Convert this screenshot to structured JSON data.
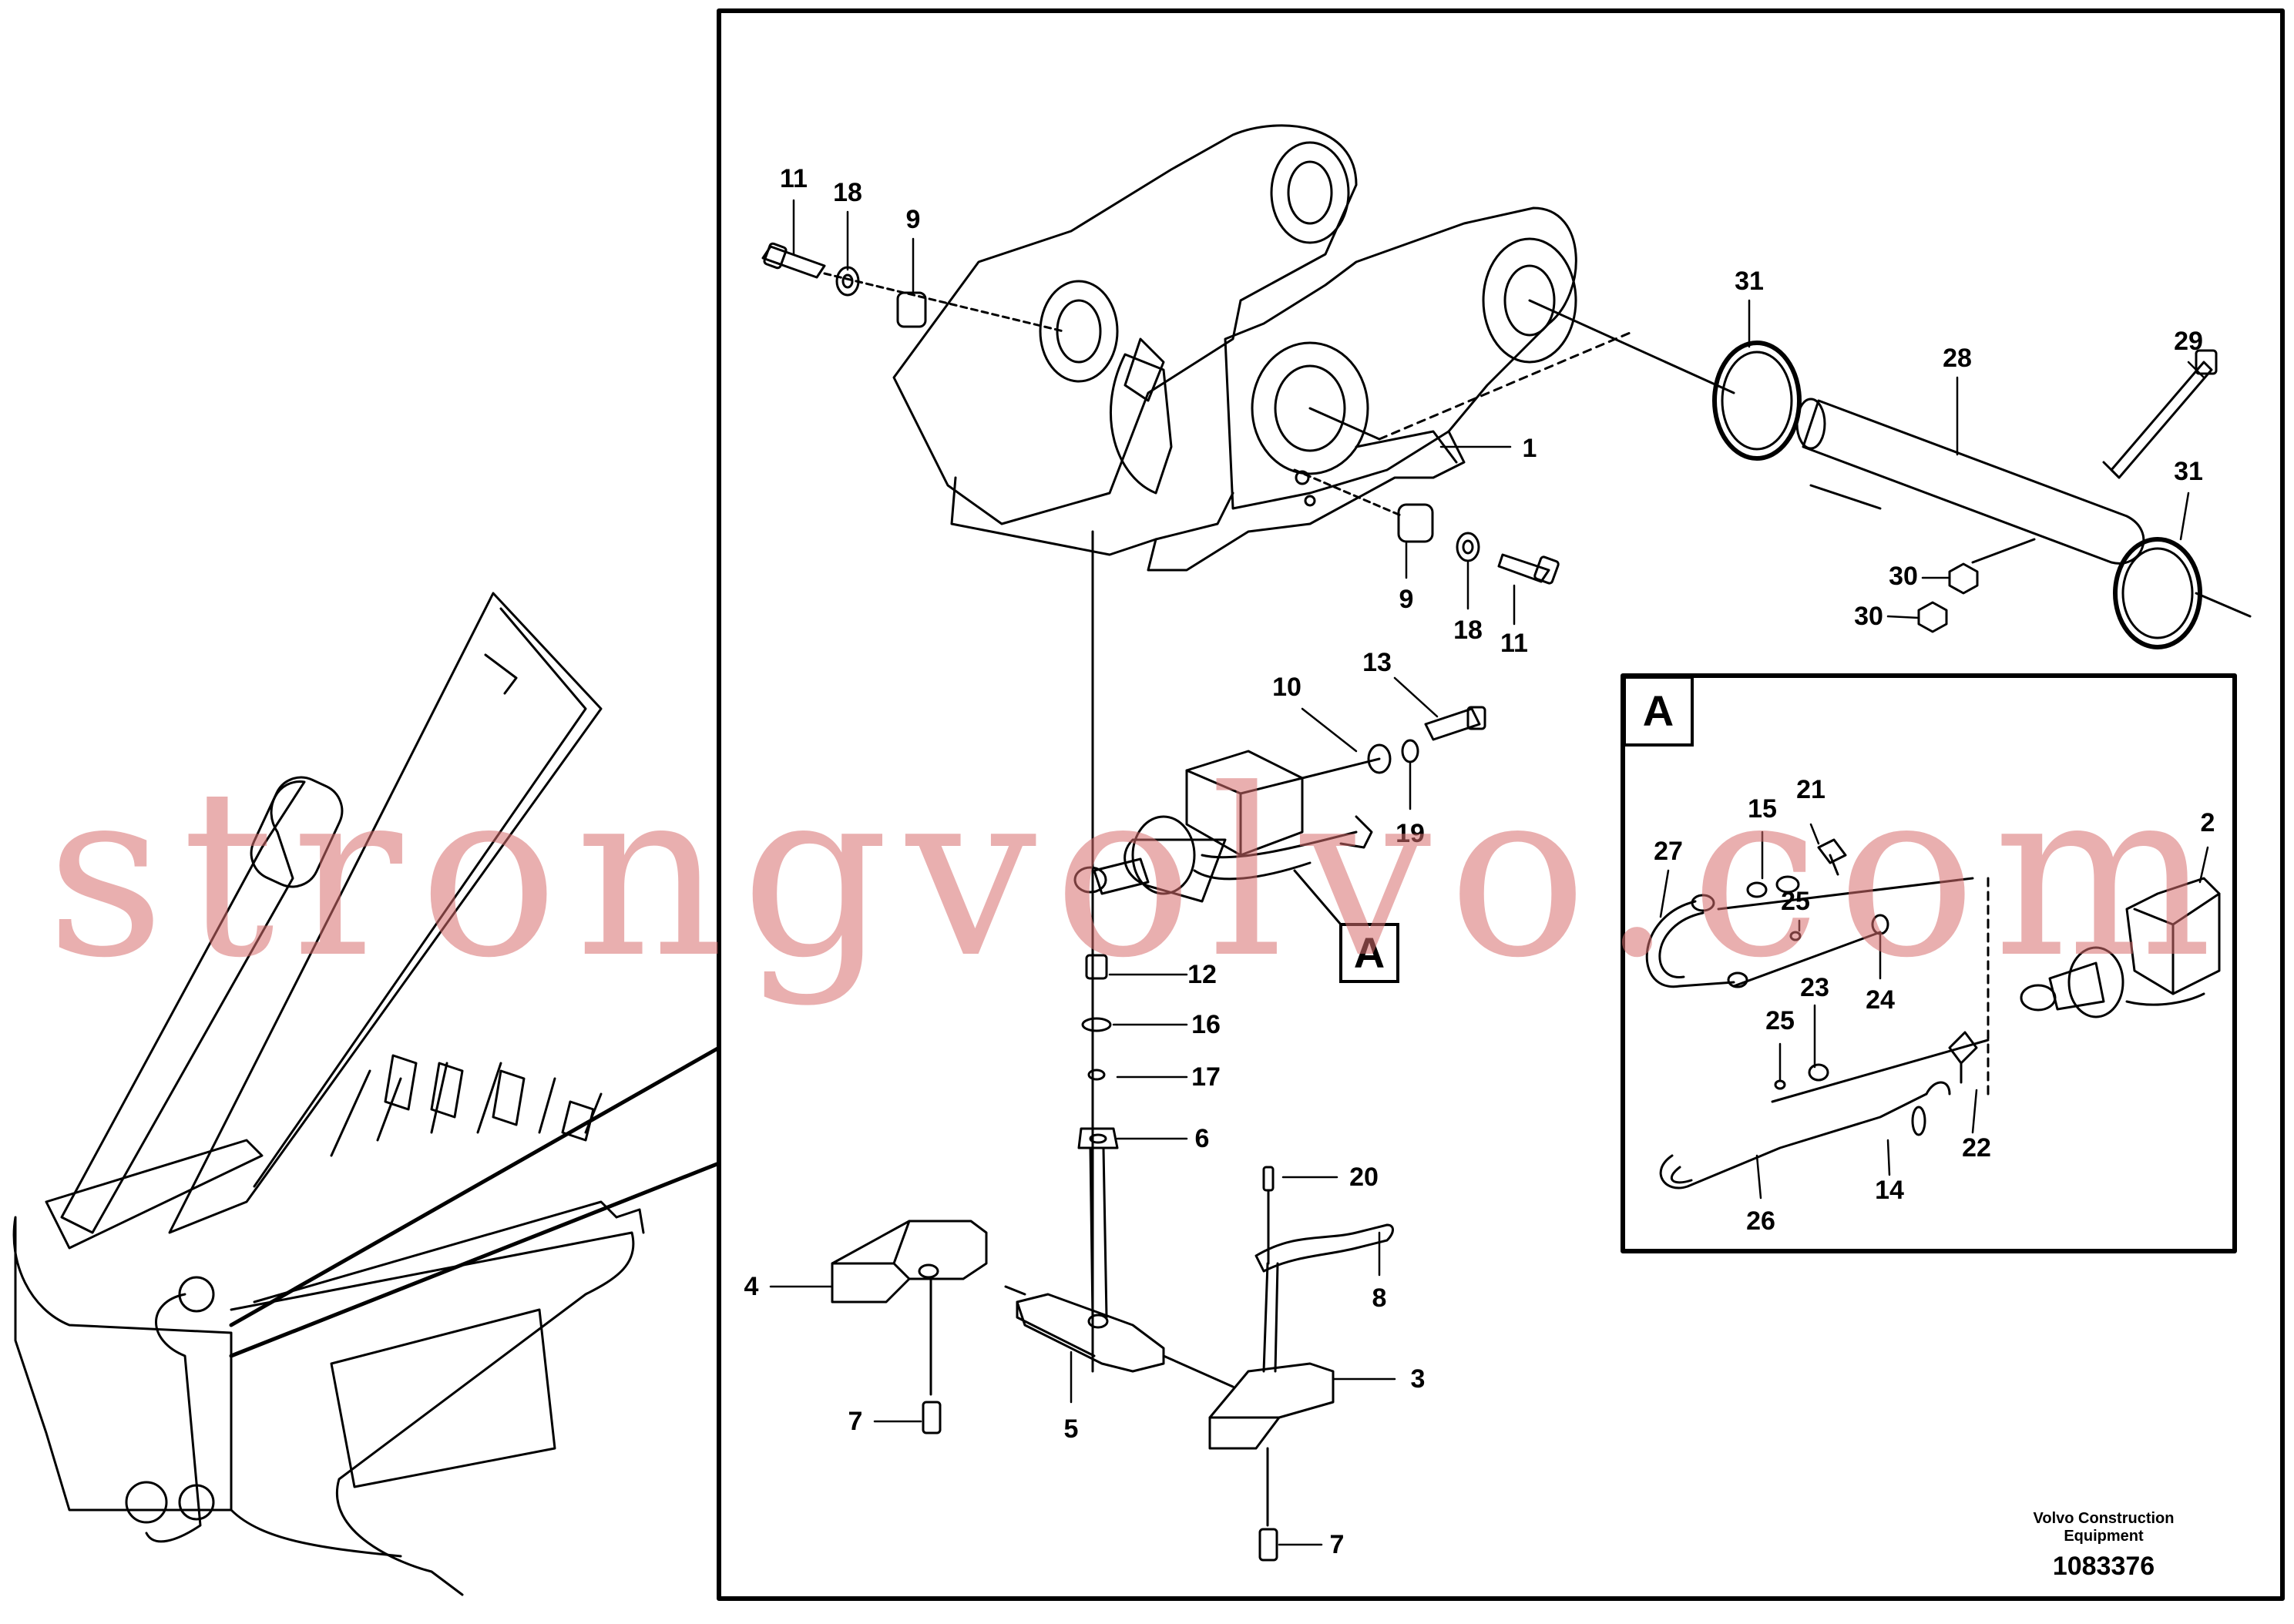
{
  "diagram": {
    "part_labels": [
      {
        "id": "p11a",
        "text": "11"
      },
      {
        "id": "p18a",
        "text": "18"
      },
      {
        "id": "p9a",
        "text": "9"
      },
      {
        "id": "p31a",
        "text": "31"
      },
      {
        "id": "p28",
        "text": "28"
      },
      {
        "id": "p29",
        "text": "29"
      },
      {
        "id": "p1",
        "text": "1"
      },
      {
        "id": "p31b",
        "text": "31"
      },
      {
        "id": "p30a",
        "text": "30"
      },
      {
        "id": "p30b",
        "text": "30"
      },
      {
        "id": "p9b",
        "text": "9"
      },
      {
        "id": "p18b",
        "text": "18"
      },
      {
        "id": "p11b",
        "text": "11"
      },
      {
        "id": "p10",
        "text": "10"
      },
      {
        "id": "p13",
        "text": "13"
      },
      {
        "id": "p19",
        "text": "19"
      },
      {
        "id": "p12",
        "text": "12"
      },
      {
        "id": "p16",
        "text": "16"
      },
      {
        "id": "p17",
        "text": "17"
      },
      {
        "id": "p6",
        "text": "6"
      },
      {
        "id": "p20",
        "text": "20"
      },
      {
        "id": "p8",
        "text": "8"
      },
      {
        "id": "p4",
        "text": "4"
      },
      {
        "id": "p3",
        "text": "3"
      },
      {
        "id": "p5",
        "text": "5"
      },
      {
        "id": "p7a",
        "text": "7"
      },
      {
        "id": "p7b",
        "text": "7"
      },
      {
        "id": "d2",
        "text": "2"
      },
      {
        "id": "d15",
        "text": "15"
      },
      {
        "id": "d21",
        "text": "21"
      },
      {
        "id": "d27",
        "text": "27"
      },
      {
        "id": "d25a",
        "text": "25"
      },
      {
        "id": "d24",
        "text": "24"
      },
      {
        "id": "d25b",
        "text": "25"
      },
      {
        "id": "d23",
        "text": "23"
      },
      {
        "id": "d22",
        "text": "22"
      },
      {
        "id": "d14",
        "text": "14"
      },
      {
        "id": "d26",
        "text": "26"
      }
    ],
    "detail_callout": "A",
    "detail_box_title": "A"
  },
  "footer": {
    "brand_line1": "Volvo Construction",
    "brand_line2": "Equipment",
    "drawing_number": "1083376"
  },
  "watermark": "strongvolvo.com",
  "colors": {
    "line": "#000000",
    "watermark": "#d76e6e"
  }
}
